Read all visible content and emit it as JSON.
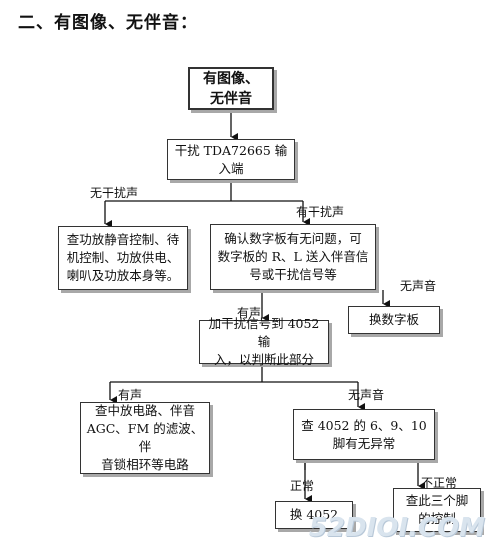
{
  "heading": "二、有图像、无伴音：",
  "nodes": {
    "start": "有图像、\n无伴音",
    "input": "干扰 TDA72665 输\n入端",
    "amp": "查功放静音控制、待\n机控制、功放供电、\n喇叭及功放本身等。",
    "board": "确认数字板有无问题，可\n数字板的 R、L 送入伴音信\n号或干扰信号等",
    "replace_board": "换数字板",
    "inj4052": "加干扰信号到 4052 输\n入，以判断此部分",
    "mid_amp": "查中放电路、伴音\nAGC、FM 的滤波、伴\n音锁相环等电路",
    "check4052": "查 4052 的 6、9、10\n脚有无异常",
    "replace4052": "换 4052",
    "pins": "查此三个脚\n的控制"
  },
  "labels": {
    "no_interference": "无干扰声",
    "has_interference": "有干扰声",
    "no_sound_1": "无声音",
    "has_sound_1": "有声",
    "has_sound_2": "有声",
    "no_sound_2": "无声音",
    "normal": "正常",
    "abnormal": "不正常"
  },
  "watermark": "52DIOI.COM"
}
